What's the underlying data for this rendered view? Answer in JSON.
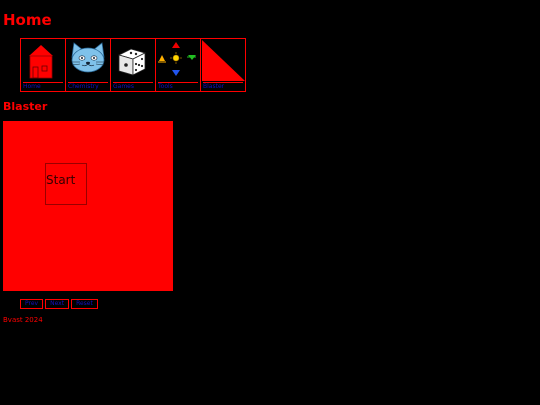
{
  "page": {
    "title": "Home"
  },
  "nav": {
    "items": [
      {
        "label": "Home",
        "icon": "house-icon"
      },
      {
        "label": "Chemistry",
        "icon": "cat-face-icon"
      },
      {
        "label": "Games",
        "icon": "dice-icon"
      },
      {
        "label": "Tools",
        "icon": "arrows-compass-icon"
      },
      {
        "label": "Blaster",
        "icon": "red-triangle-icon"
      }
    ]
  },
  "section": {
    "title": "Blaster"
  },
  "game": {
    "start_label": "Start"
  },
  "bottom_buttons": [
    "Prev",
    "Next",
    "Reset"
  ],
  "footer": {
    "text": "Bvast 2024"
  },
  "colors": {
    "background": "#000000",
    "accent": "#ff0000",
    "link": "#1010c0"
  }
}
